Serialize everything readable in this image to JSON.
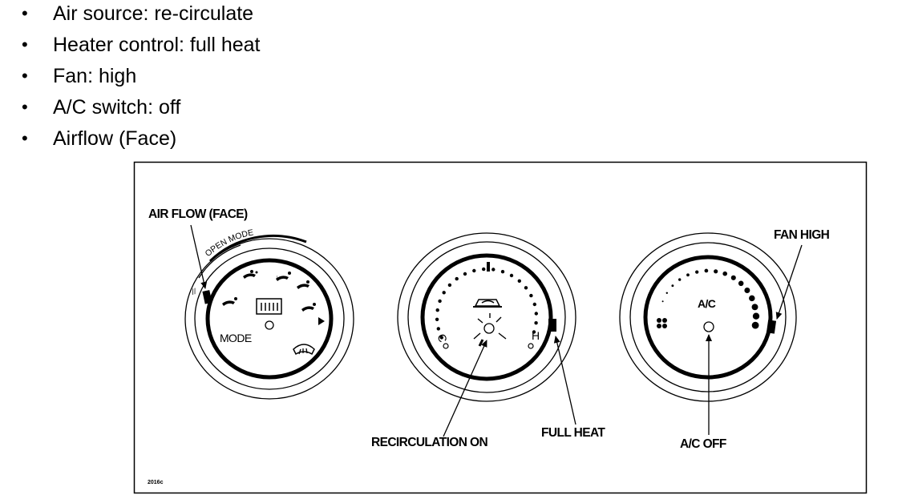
{
  "bullets": [
    {
      "marker": "•",
      "text": "Air source: re-circulate"
    },
    {
      "marker": "•",
      "text": "Heater control: full heat"
    },
    {
      "marker": "•",
      "text": "Fan: high"
    },
    {
      "marker": "•",
      "text": "A/C switch: off"
    },
    {
      "marker": "•",
      "text": "Airflow (Face)"
    }
  ],
  "diagram": {
    "mode_knob": {
      "callout": "AIR FLOW (FACE)",
      "arc_label": "OPEN MODE",
      "knob_label": "MODE"
    },
    "temp_knob": {
      "cold_label": "C",
      "hot_label": "H",
      "callout_left": "RECIRCULATION ON",
      "callout_right": "FULL HEAT"
    },
    "fan_knob": {
      "ac_label": "A/C",
      "callout_top": "FAN HIGH",
      "callout_bottom": "A/C OFF"
    },
    "figure_code": "2016c"
  }
}
